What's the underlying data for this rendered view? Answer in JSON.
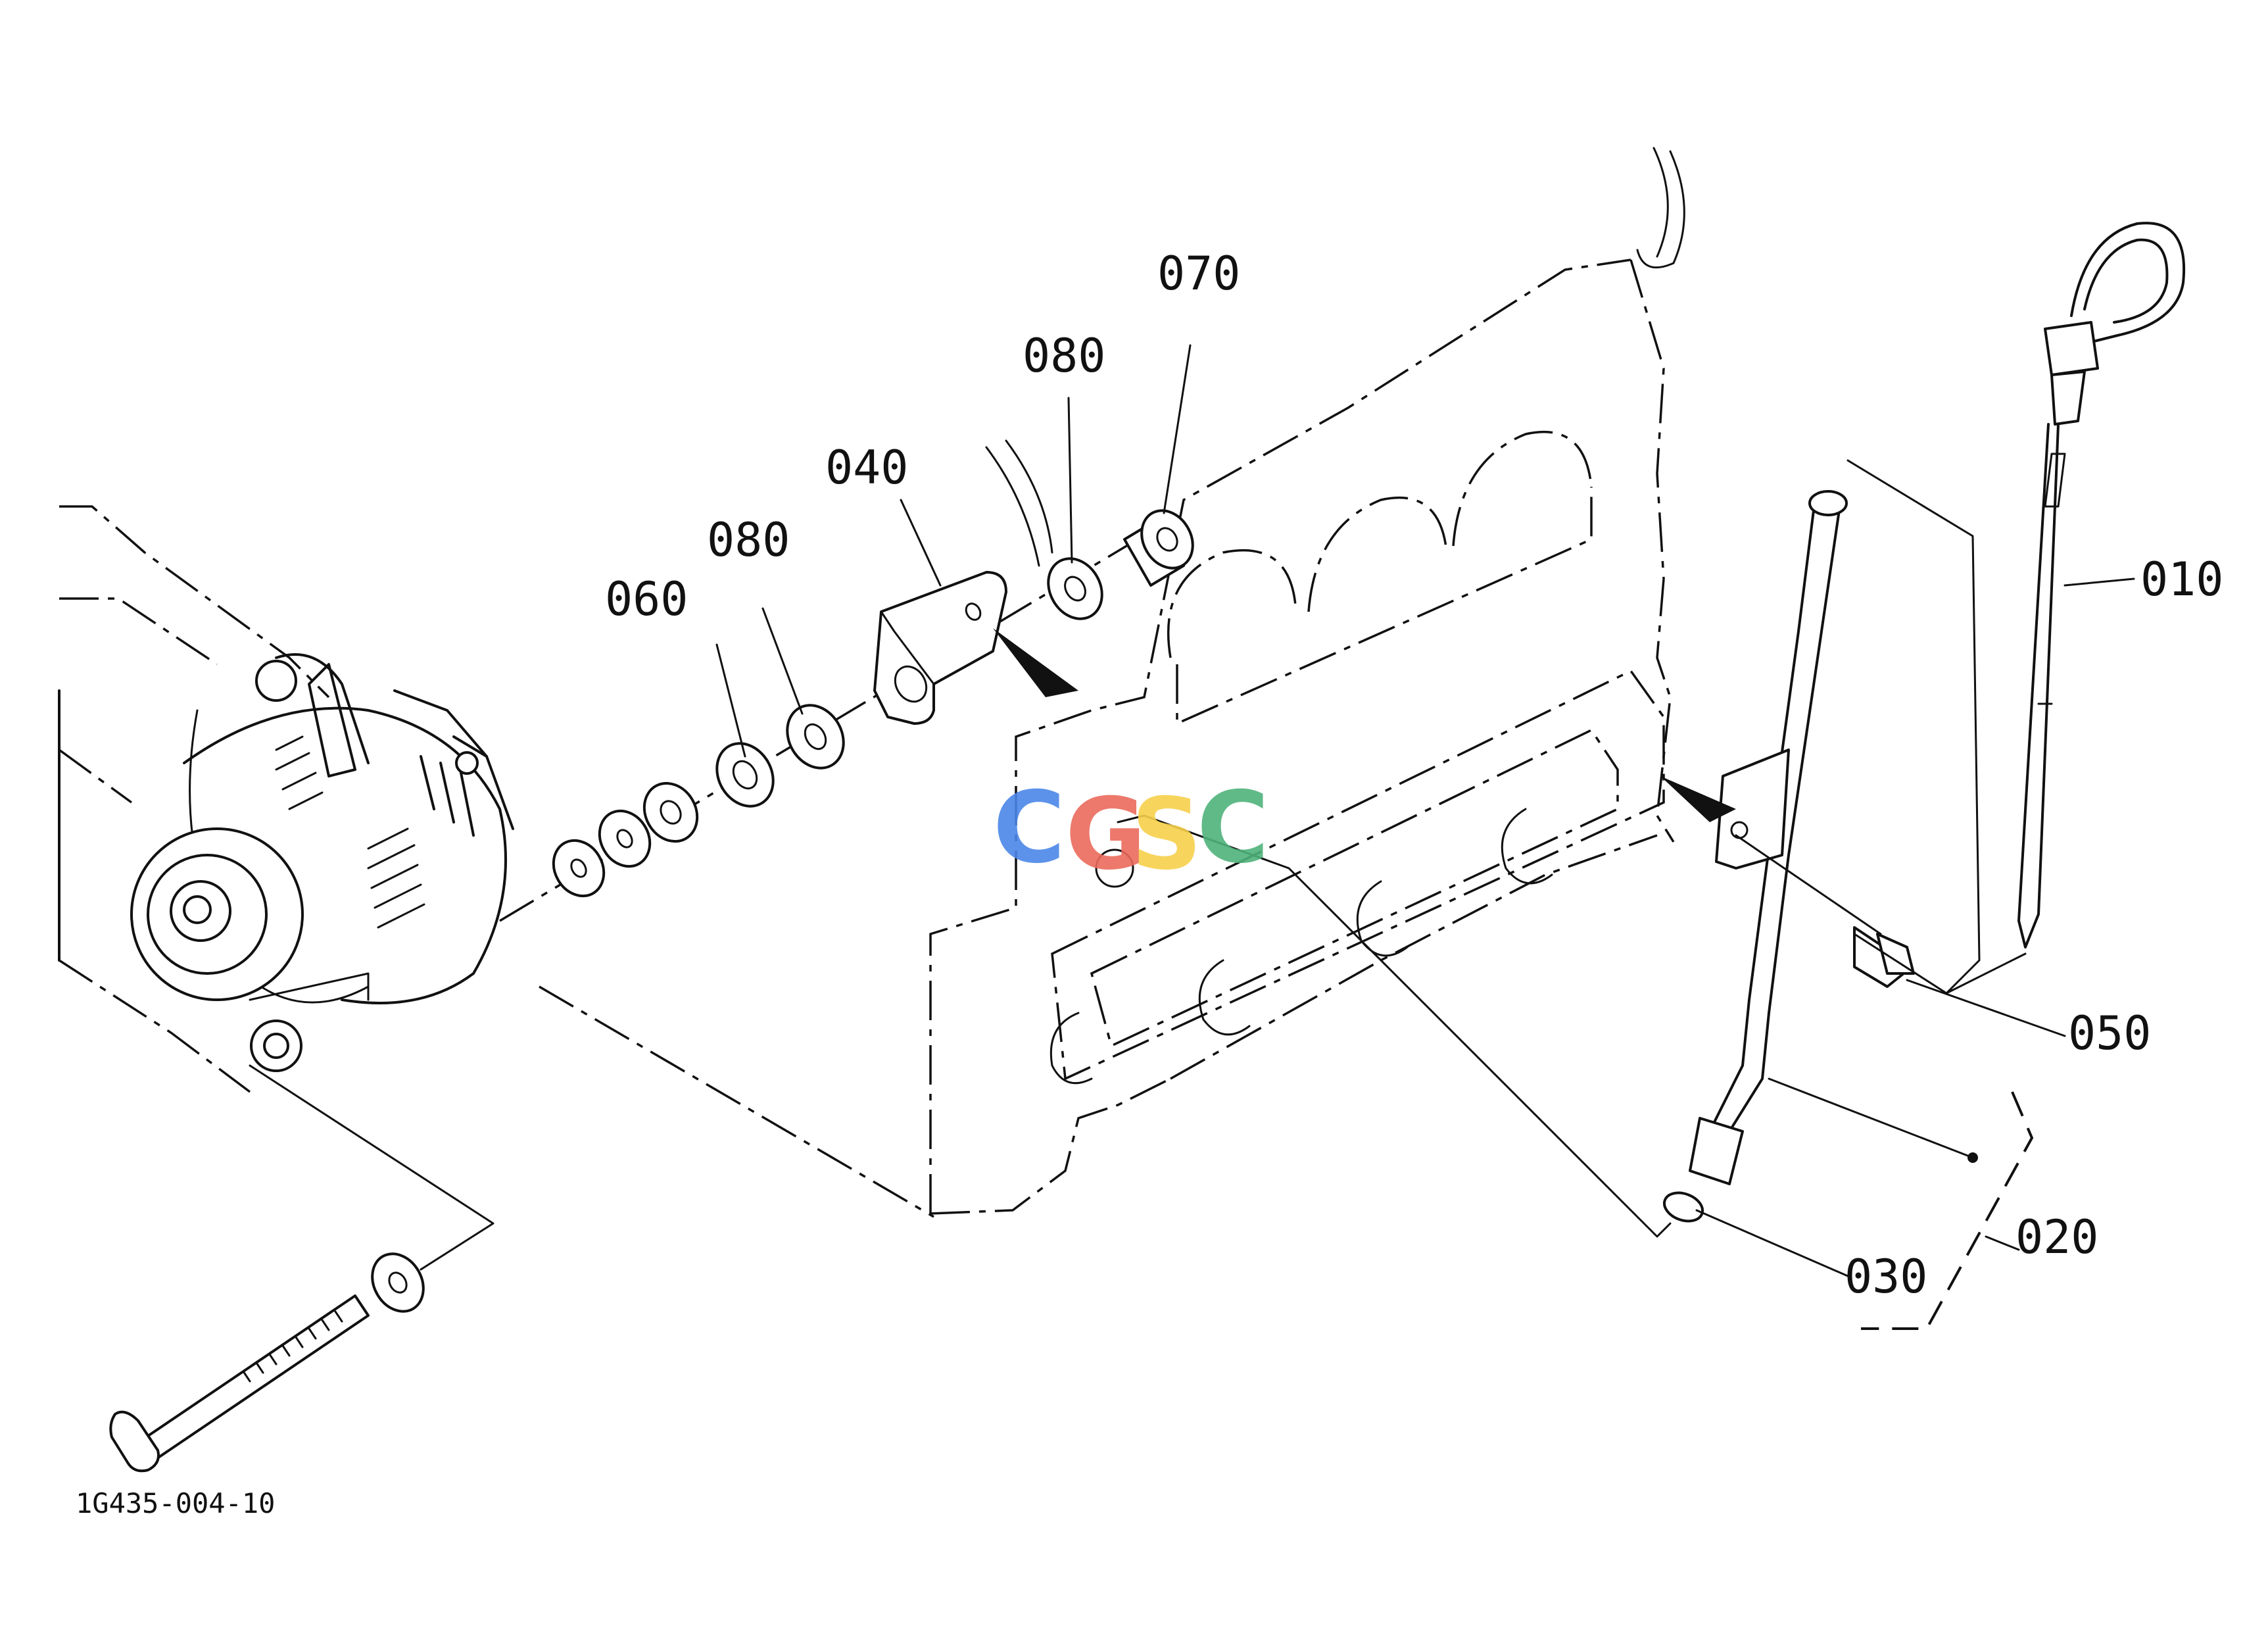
{
  "diagram": {
    "drawing_code": "1G435-004-10",
    "callouts": [
      {
        "id": "010",
        "text": "010"
      },
      {
        "id": "020",
        "text": "020"
      },
      {
        "id": "030",
        "text": "030"
      },
      {
        "id": "040",
        "text": "040"
      },
      {
        "id": "050",
        "text": "050"
      },
      {
        "id": "060",
        "text": "060"
      },
      {
        "id": "070",
        "text": "070"
      },
      {
        "id": "080a",
        "text": "080"
      },
      {
        "id": "080b",
        "text": "080"
      }
    ],
    "watermark": {
      "letters": [
        "C",
        "G",
        "S",
        "C"
      ],
      "colors": [
        "#4a86e8",
        "#ea6a5b",
        "#f6cf4a",
        "#4fb37a"
      ]
    },
    "line_color": "#111111",
    "background": "#ffffff"
  }
}
